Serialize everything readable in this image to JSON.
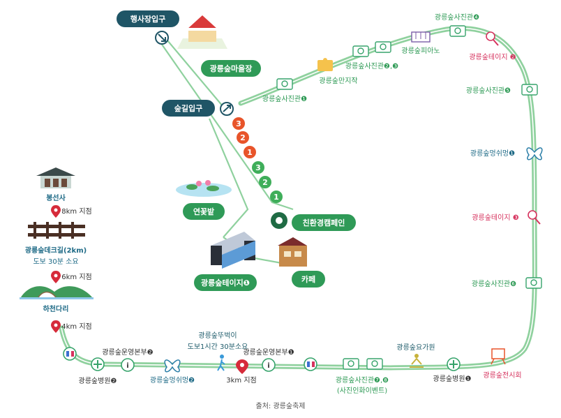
{
  "labels": {
    "event_entrance": "행사장입구",
    "forest_entrance": "숲길입구",
    "village": "광릉숲마을장",
    "lotus": "연꽃밭",
    "stage1": "광릉숲테이지❶",
    "cafe": "카페",
    "eco_campaign": "친환경캠페인",
    "photo1": "광릉숲사진관❶",
    "craft": "광릉숲만지작",
    "photo23": "광릉숲사진관❷,❸",
    "piano": "광릉숲피아노",
    "photo4": "광릉숲사진관❹",
    "stage2": "광릉숲테이지 ❷",
    "photo5": "광릉숲사진관❺",
    "rest1": "광릉숲멍쉬멍❶",
    "stage3": "광릉숲테이지 ❸",
    "photo6": "광릉숲사진관❻",
    "exhibition": "광릉숲전시회",
    "hospital1": "광릉숲병원❶",
    "yoga": "광릉숲요가원",
    "photo78": "광릉숲사진관❼,❽",
    "photo78_sub": "(사진인화이벤트)",
    "hq1": "광릉숲운영본부❶",
    "dist3km": "3km 지점",
    "walk_title": "광릉숲뚜벅이",
    "walk_sub": "도보1시간 30분소요",
    "rest2": "광릉숲멍쉬멍❷",
    "hq2": "광릉숲운영본부❷",
    "hospital2": "광릉숲병원❷",
    "dist4km": "4km 지점",
    "hacheon": "하천다리",
    "dist6km": "6km 지점",
    "deck_title": "광릉숲데크길(2km)",
    "deck_sub": "도보 30분 소요",
    "dist8km": "8km 지점",
    "bongseonsa": "봉선사",
    "source": "출처: 광릉숲축제"
  },
  "order_markers": [
    "3",
    "2",
    "1",
    "3",
    "2",
    "1"
  ],
  "colors": {
    "route": "#8fd19e",
    "route_inner": "#ffffff",
    "green_text": "#2e9a55",
    "red_text": "#d6335e",
    "dark_pill": "#1f5566",
    "green_pill": "#2f9a57",
    "marker_orange": "#e8542a",
    "marker_green": "#3fae5a",
    "pin_red": "#d62b3a"
  },
  "icons": [
    "camera-icon",
    "butterfly-icon",
    "microphone-icon",
    "piano-icon",
    "puzzle-icon",
    "tent-icon",
    "stage-icon",
    "cafe-icon",
    "lotus-icon",
    "starbucks-logo",
    "hospital-icon",
    "info-icon",
    "restroom-icon",
    "walker-icon",
    "yoga-icon",
    "easel-icon",
    "temple-icon",
    "deck-icon",
    "bridge-icon",
    "map-pin-icon",
    "arrow-icon"
  ]
}
